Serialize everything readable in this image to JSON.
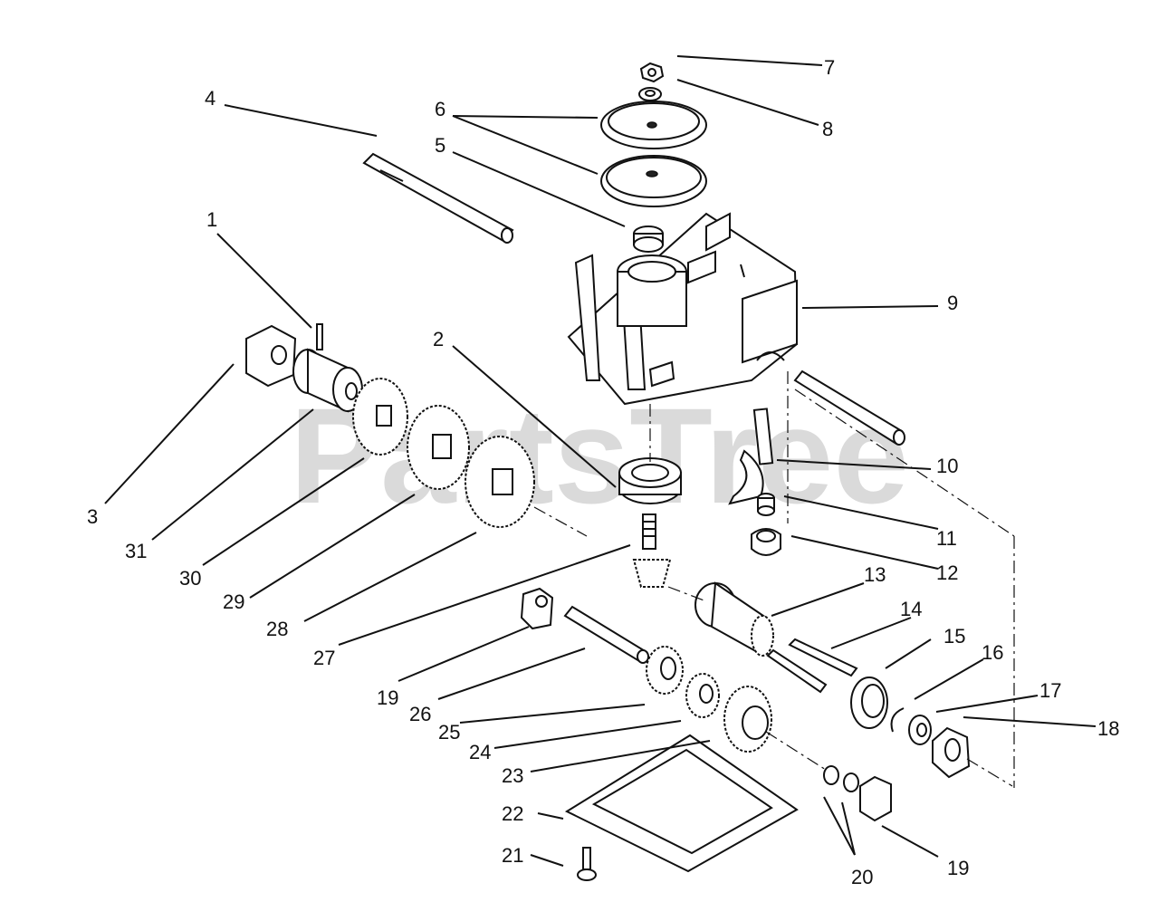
{
  "watermark": "PartsTree",
  "callouts": [
    "1",
    "2",
    "3",
    "4",
    "5",
    "6",
    "7",
    "8",
    "9",
    "10",
    "11",
    "12",
    "13",
    "14",
    "15",
    "16",
    "17",
    "18",
    "19",
    "19",
    "20",
    "21",
    "22",
    "23",
    "24",
    "25",
    "26",
    "27",
    "28",
    "29",
    "30",
    "31"
  ]
}
